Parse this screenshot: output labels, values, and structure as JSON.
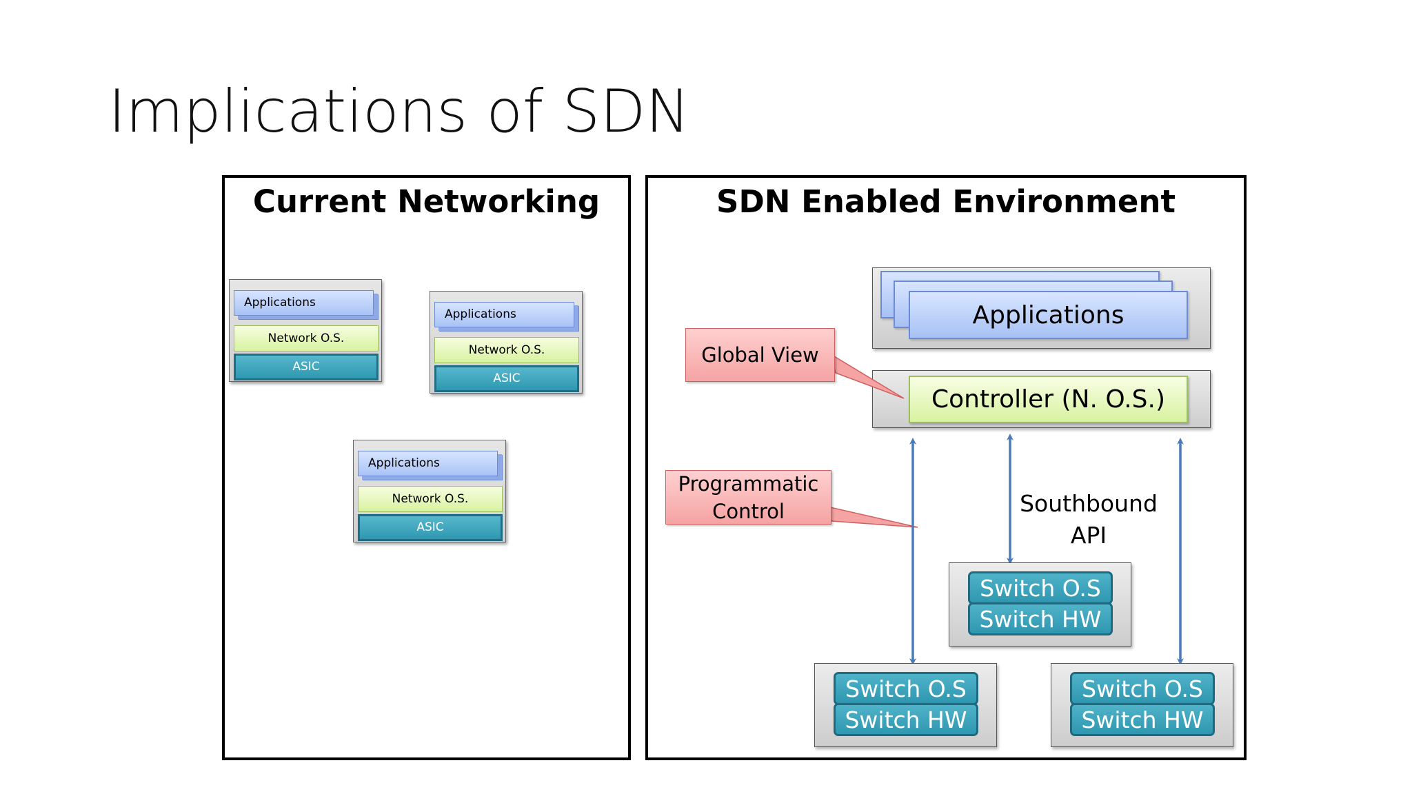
{
  "slide": {
    "title": "Implications of SDN"
  },
  "current": {
    "title": "Current Networking",
    "devices": [
      {
        "applications": "Applications",
        "network_os": "Network O.S.",
        "asic": "ASIC"
      },
      {
        "applications": "Applications",
        "network_os": "Network O.S.",
        "asic": "ASIC"
      },
      {
        "applications": "Applications",
        "network_os": "Network O.S.",
        "asic": "ASIC"
      }
    ]
  },
  "sdn": {
    "title": "SDN Enabled Environment",
    "applications": "Applications",
    "controller": "Controller (N. O.S.)",
    "callouts": {
      "global_view": "Global View",
      "programmatic_line1": "Programmatic",
      "programmatic_line2": "Control"
    },
    "southbound": {
      "line1": "Southbound",
      "line2": "API"
    },
    "switches": [
      {
        "os": "Switch O.S",
        "hw": "Switch HW"
      },
      {
        "os": "Switch O.S",
        "hw": "Switch HW"
      },
      {
        "os": "Switch O.S",
        "hw": "Switch HW"
      }
    ],
    "colors": {
      "arrow": "#4a7ab8",
      "callout_fill": "#f5a3a3",
      "controller_fill": "#d8f2a0",
      "asic_fill": "#2f98b1",
      "apps_fill": "#a9c3f5"
    }
  }
}
